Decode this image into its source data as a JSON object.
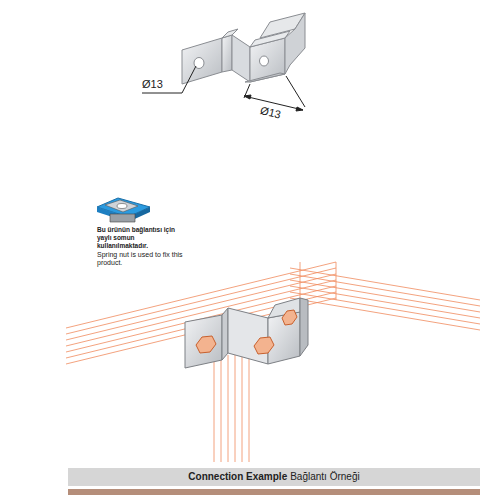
{
  "diagram": {
    "nodes": [
      {
        "text": [
          "Connection Example",
          "Bağlantı Örneği"
        ]
      }
    ],
    "labels": [
      "Ø13",
      "Ø13",
      "Bu ürünün bağlantısı için yaylı somun kullanılmaktadır.",
      "Spring nut is used to fix this product."
    ]
  }
}
